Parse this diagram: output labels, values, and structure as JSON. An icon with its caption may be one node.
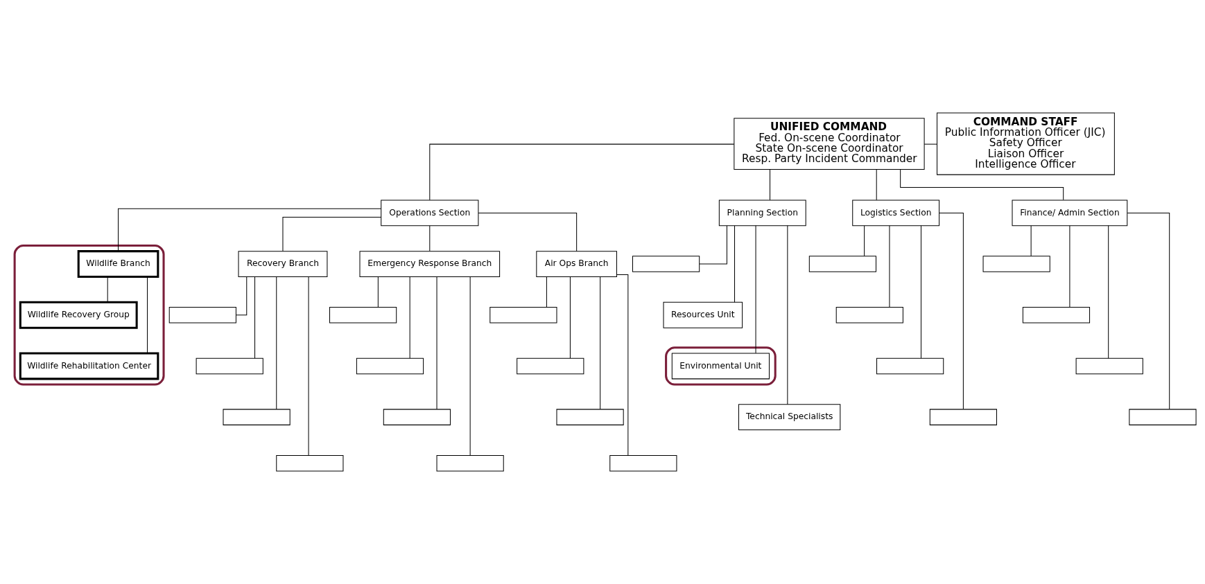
{
  "diagram": {
    "nodes": [
      {
        "text": [
          "UNIFIED COMMAND",
          "Fed. On-scene Coordinator",
          "State On-scene Coordinator",
          "Resp. Party Incident Commander"
        ]
      },
      {
        "text": [
          "COMMAND STAFF",
          "Public Information Officer (JIC)",
          "Safety Officer",
          "Liaison Officer",
          "Intelligence Officer"
        ]
      },
      {
        "text": [
          "Operations Section"
        ]
      },
      {
        "text": [
          "Planning Section"
        ]
      },
      {
        "text": [
          "Logistics Section"
        ]
      },
      {
        "text": [
          "Finance/ Admin Section"
        ]
      },
      {
        "text": [
          "Recovery Branch"
        ]
      },
      {
        "text": [
          "Emergency Response Branch"
        ]
      },
      {
        "text": [
          "Air Ops Branch"
        ]
      },
      {
        "text": [],
        "shape": "box"
      },
      {
        "text": [
          "Wildlife Branch"
        ],
        "in": 9
      },
      {
        "text": [],
        "shape": "box"
      },
      {
        "text": [
          "Resources Unit"
        ]
      },
      {
        "text": [],
        "shape": "box"
      },
      {
        "text": [
          "Environmental Unit"
        ],
        "in": 13
      },
      {
        "text": [
          "Technical Specialists"
        ]
      },
      {
        "text": [],
        "shape": "box"
      },
      {
        "text": [],
        "shape": "box"
      },
      {
        "text": [],
        "shape": "box"
      },
      {
        "text": [],
        "shape": "box"
      },
      {
        "text": [],
        "shape": "box"
      },
      {
        "text": [],
        "shape": "box"
      },
      {
        "text": [],
        "shape": "box"
      },
      {
        "text": [],
        "shape": "box"
      },
      {
        "text": [
          "Wildlife Recovery Group"
        ],
        "in": 9
      },
      {
        "text": [
          "Wildlife Rehabilitation Center"
        ],
        "in": 9
      },
      {
        "text": [],
        "shape": "box"
      },
      {
        "text": [],
        "shape": "box"
      },
      {
        "text": [],
        "shape": "box"
      },
      {
        "text": [],
        "shape": "box"
      },
      {
        "text": [],
        "shape": "box"
      },
      {
        "text": [],
        "shape": "box"
      },
      {
        "text": [],
        "shape": "box"
      },
      {
        "text": [],
        "shape": "box"
      },
      {
        "text": [],
        "shape": "box"
      },
      {
        "text": [],
        "shape": "box"
      },
      {
        "text": [],
        "shape": "box"
      },
      {
        "text": [],
        "shape": "box"
      }
    ],
    "edges": [
      {
        "from": 0,
        "to": 1,
        "arrow": "none"
      },
      {
        "from": 0,
        "to": 2,
        "arrow": "none"
      },
      {
        "from": 0,
        "to": 3,
        "arrow": "none"
      },
      {
        "from": 0,
        "to": 4,
        "arrow": "none"
      },
      {
        "from": 0,
        "to": 5,
        "arrow": "none"
      },
      {
        "from": 2,
        "to": 6,
        "arrow": "none"
      },
      {
        "from": 2,
        "to": 7,
        "arrow": "none"
      },
      {
        "from": 2,
        "to": 8,
        "arrow": "none"
      },
      {
        "from": 2,
        "to": 10,
        "arrow": "none"
      },
      {
        "from": 10,
        "to": 24,
        "arrow": "none"
      },
      {
        "from": 10,
        "to": 25,
        "arrow": "none"
      },
      {
        "from": 3,
        "to": 11,
        "arrow": "none"
      },
      {
        "from": 3,
        "to": 12,
        "arrow": "none"
      },
      {
        "from": 3,
        "to": 14,
        "arrow": "none"
      },
      {
        "from": 3,
        "to": 15,
        "arrow": "none"
      },
      {
        "from": 4,
        "to": 16,
        "arrow": "none"
      },
      {
        "from": 4,
        "to": 17,
        "arrow": "none"
      },
      {
        "from": 4,
        "to": 18,
        "arrow": "none"
      },
      {
        "from": 4,
        "to": 19,
        "arrow": "none"
      },
      {
        "from": 5,
        "to": 20,
        "arrow": "none"
      },
      {
        "from": 5,
        "to": 21,
        "arrow": "none"
      },
      {
        "from": 5,
        "to": 22,
        "arrow": "none"
      },
      {
        "from": 5,
        "to": 23,
        "arrow": "none"
      },
      {
        "from": 6,
        "to": 26,
        "arrow": "none"
      },
      {
        "from": 6,
        "to": 27,
        "arrow": "none"
      },
      {
        "from": 6,
        "to": 28,
        "arrow": "none"
      },
      {
        "from": 6,
        "to": 29,
        "arrow": "none"
      },
      {
        "from": 7,
        "to": 30,
        "arrow": "none"
      },
      {
        "from": 7,
        "to": 31,
        "arrow": "none"
      },
      {
        "from": 7,
        "to": 32,
        "arrow": "none"
      },
      {
        "from": 7,
        "to": 33,
        "arrow": "none"
      },
      {
        "from": 8,
        "to": 34,
        "arrow": "none"
      },
      {
        "from": 8,
        "to": 35,
        "arrow": "none"
      },
      {
        "from": 8,
        "to": 36,
        "arrow": "none"
      },
      {
        "from": 8,
        "to": 37,
        "arrow": "none"
      }
    ]
  }
}
